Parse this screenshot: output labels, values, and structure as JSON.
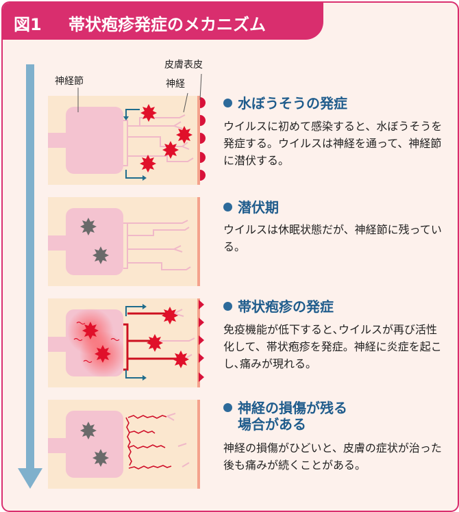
{
  "header": {
    "figure_number": "図1",
    "title": "帯状疱疹発症のメカニズム"
  },
  "labels": {
    "ganglion": "神経節",
    "skin_surface": "皮膚表皮",
    "nerve": "神経"
  },
  "stages": [
    {
      "title": "水ぼうそうの発症",
      "description": "ウイルスに初めて感染すると、水ぼうそうを発症する。ウイルスは神経を通って、神経節に潜伏する。"
    },
    {
      "title": "潜伏期",
      "description": "ウイルスは休眠状態だが、神経節に残っている。"
    },
    {
      "title": "帯状疱疹の発症",
      "description": "免疫機能が低下すると､ウイルスが再び活性化して、帯状疱疹を発症。神経に炎症を起こし､痛みが現れる。"
    },
    {
      "title_line1": "神経の損傷が残る",
      "title_line2": "場合がある",
      "description": "神経の損傷がひどいと、皮膚の症状が治った後も痛みが続くことがある。"
    }
  ],
  "colors": {
    "accent": "#d92e6e",
    "stage_title": "#1f5c8c",
    "arrow": "#7fb0cc",
    "panel": "#fbe7cf",
    "ganglion": "#f4c3d0",
    "virus_red": "#e0102a",
    "virus_gray": "#666666",
    "nerve": "#f0b8c8"
  }
}
